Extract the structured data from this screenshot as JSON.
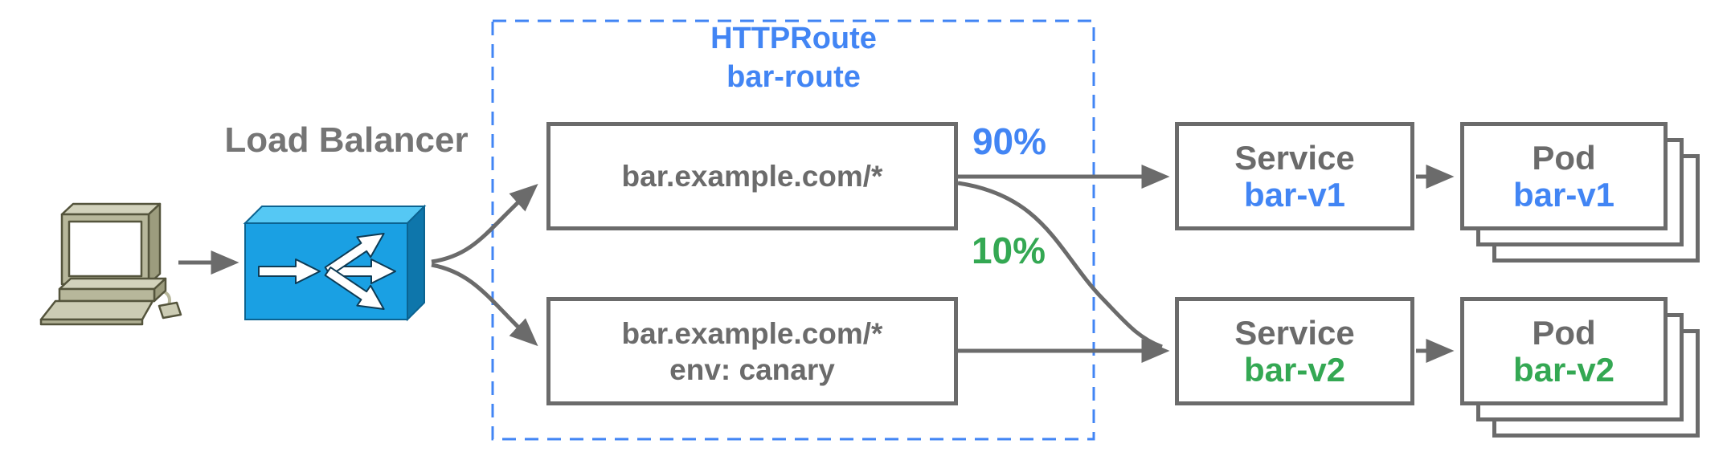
{
  "load_balancer": {
    "label": "Load Balancer"
  },
  "http_route": {
    "kind": "HTTPRoute",
    "name": "bar-route"
  },
  "rules": [
    {
      "match": "bar.example.com/*",
      "weights": [
        {
          "label": "90%",
          "target": "bar-v1"
        },
        {
          "label": "10%",
          "target": "bar-v2"
        }
      ]
    },
    {
      "match": "bar.example.com/*",
      "header": "env: canary"
    }
  ],
  "services": [
    {
      "kind": "Service",
      "name": "bar-v1"
    },
    {
      "kind": "Service",
      "name": "bar-v2"
    }
  ],
  "pods": [
    {
      "kind": "Pod",
      "name": "bar-v1"
    },
    {
      "kind": "Pod",
      "name": "bar-v2"
    }
  ],
  "colors": {
    "blue": "#4285F4",
    "green": "#34A853",
    "gray": "#6B6B6B",
    "lb_icon_blue": "#1AA0E3"
  }
}
